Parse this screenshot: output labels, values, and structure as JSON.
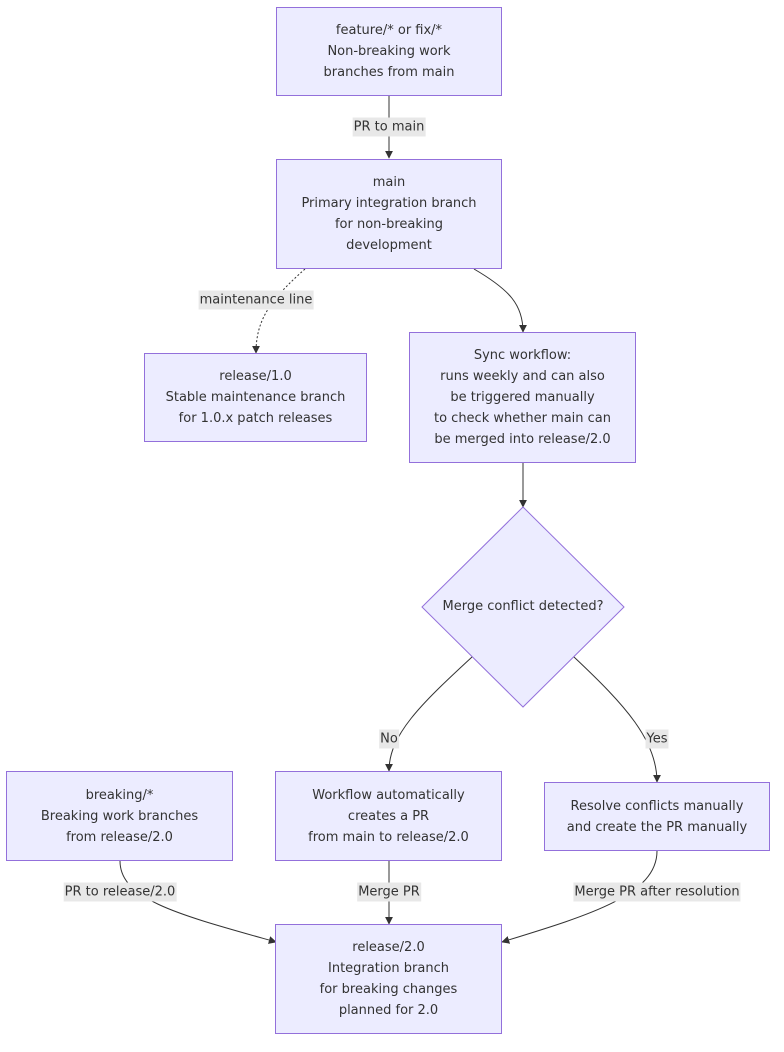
{
  "nodes": {
    "feature": {
      "lines": [
        "feature/* or fix/*",
        "Non-breaking work",
        "branches from main"
      ]
    },
    "main": {
      "lines": [
        "main",
        "Primary integration branch",
        "for non-breaking",
        "development"
      ]
    },
    "release10": {
      "lines": [
        "release/1.0",
        "Stable maintenance branch",
        "for 1.0.x patch releases"
      ]
    },
    "sync": {
      "lines": [
        "Sync workflow:",
        "runs weekly and can also",
        "be triggered manually",
        "to check whether main can",
        "be merged into release/2.0"
      ]
    },
    "decision": {
      "lines": [
        "Merge conflict detected?"
      ]
    },
    "breaking": {
      "lines": [
        "breaking/*",
        "Breaking work branches",
        "from release/2.0"
      ]
    },
    "autopr": {
      "lines": [
        "Workflow automatically",
        "creates a PR",
        "from main to release/2.0"
      ]
    },
    "resolve": {
      "lines": [
        "Resolve conflicts manually",
        "and create the PR manually"
      ]
    },
    "release20": {
      "lines": [
        "release/2.0",
        "Integration branch",
        "for breaking changes",
        "planned for 2.0"
      ]
    }
  },
  "edges": {
    "pr_to_main": "PR to main",
    "maintenance_line": "maintenance line",
    "no": "No",
    "yes": "Yes",
    "pr_to_release20": "PR to release/2.0",
    "merge_pr": "Merge PR",
    "merge_pr_after": "Merge PR after resolution"
  },
  "colors": {
    "node_fill": "#ececff",
    "node_border": "#9370db",
    "edge": "#333333",
    "label_bg": "#e8e8e8"
  }
}
